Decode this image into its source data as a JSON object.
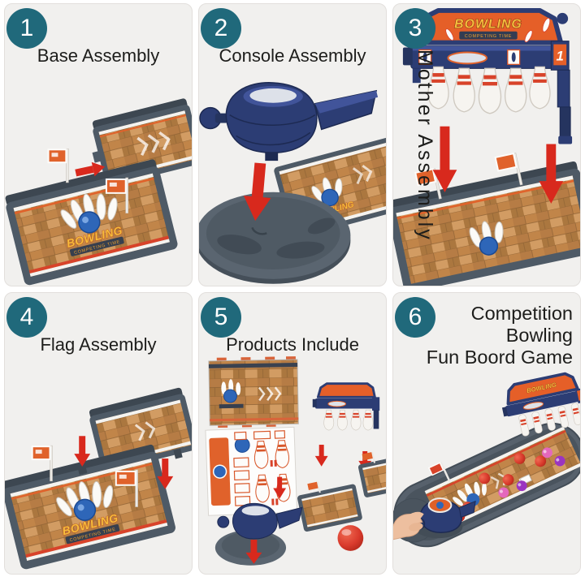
{
  "product": {
    "panels": [
      {
        "number": "1",
        "title": "Base Assembly"
      },
      {
        "number": "2",
        "title": "Console Assembly"
      },
      {
        "number": "3",
        "title": "Mother Assembly"
      },
      {
        "number": "4",
        "title": "Flag Assembly"
      },
      {
        "number": "5",
        "title": "Products Include"
      },
      {
        "number": "6",
        "title_line1": "Competition",
        "title_line2": "Bowling",
        "title_line3": "Fun Boord Game"
      }
    ]
  },
  "artwork": {
    "logo_text": "BOWLING",
    "logo_subtext": "COMPETING TIME",
    "rack_number": "1"
  },
  "theme": {
    "badge_color": "#20697b",
    "panel_background": "#f1f0ee",
    "panel_border": "#e2dfdc",
    "gutter_color": "#ffffff",
    "text_color": "#1d1d1b",
    "arrow_color": "#d8291d",
    "console_navy": "#2c3d74",
    "base_gray": "#57616c",
    "wood_tan": "#c88f58",
    "accent_orange": "#e0622b"
  }
}
